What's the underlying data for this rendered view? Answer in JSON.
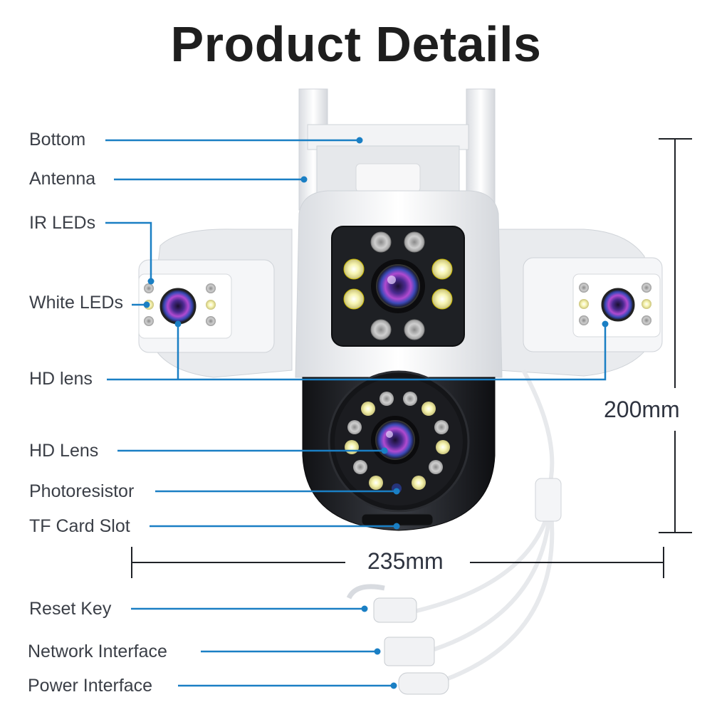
{
  "title": "Product Details",
  "labels": {
    "bottom": "Bottom",
    "antenna": "Antenna",
    "ir_leds": "IR LEDs",
    "white_leds": "White LEDs",
    "hd_lens_side": "HD lens",
    "hd_lens_front": "HD Lens",
    "photoresistor": "Photoresistor",
    "tf_card_slot": "TF Card Slot",
    "reset_key": "Reset Key",
    "network_interface": "Network Interface",
    "power_interface": "Power Interface"
  },
  "dimensions": {
    "height": "200mm",
    "width": "235mm"
  },
  "colors": {
    "leader_line": "#1a7fc4",
    "text": "#3b3f47",
    "title": "#1e1e1e",
    "camera_body": "#eef0f3",
    "camera_dark": "#1f2126"
  }
}
